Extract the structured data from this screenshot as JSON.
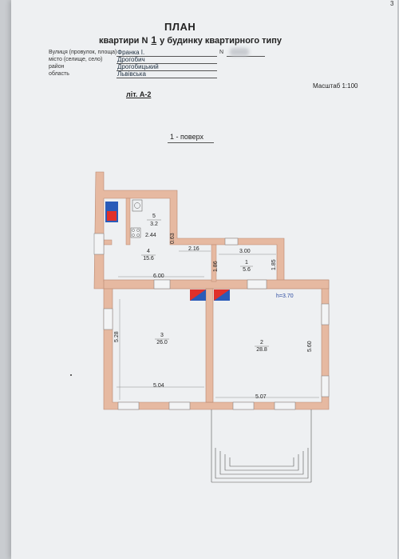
{
  "header": {
    "title": "ПЛАН",
    "apartment_prefix": "квартири N",
    "apartment_number": "1",
    "apartment_suffix": "у будинку квартирного типу"
  },
  "address": {
    "street_label": "Вулиця (провулок, площа)",
    "street_value": "Франка І.",
    "house_label": "N",
    "city_label": "місто (селище, село)",
    "city_value": "Дрогобич",
    "district_label": "район",
    "district_value": "Дрогобицький",
    "region_label": "область",
    "region_value": "Львівська"
  },
  "scale": "Масштаб 1:100",
  "liter": "літ. А-2",
  "floor": "1 - поверх",
  "page_number": "3",
  "rooms": [
    {
      "num": "5",
      "area": "3.2"
    },
    {
      "num": "4",
      "area": "15.6"
    },
    {
      "num": "1",
      "area": "5.6"
    },
    {
      "num": "3",
      "area": "26.0"
    },
    {
      "num": "2",
      "area": "28.8"
    }
  ],
  "dimensions": {
    "d_2_44": "2.44",
    "d_0_63": "0.63",
    "d_2_16": "2.16",
    "d_3_00": "3.00",
    "d_1_86a": "1.86",
    "d_1_85": "1.85",
    "d_6_00": "6.00",
    "d_5_28": "5.28",
    "d_5_04": "5.04",
    "d_5_07": "5.07",
    "d_5_60": "5.60"
  },
  "height": "h=3.70",
  "colors": {
    "wall": "#e6b9a1",
    "wall_edge": "#b98870",
    "line": "#555555",
    "radiator_red": "#e0302a",
    "radiator_blue": "#2a5bb8"
  }
}
